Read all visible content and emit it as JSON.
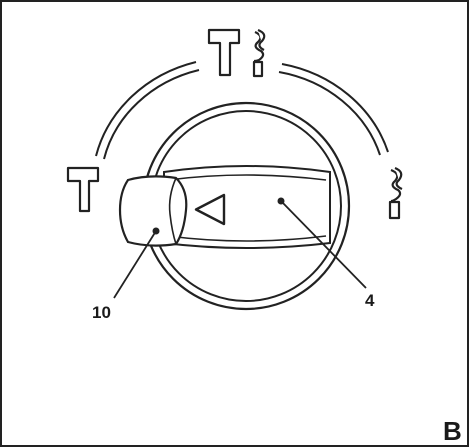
{
  "diagram": {
    "callouts": [
      {
        "id": "selector-lever",
        "label": "10"
      },
      {
        "id": "mode-knob",
        "label": "4"
      }
    ],
    "figure_letter": "B",
    "mode_positions": [
      {
        "name": "hammer",
        "icon": "hammer-icon"
      },
      {
        "name": "hammer-drill",
        "icon": "hammer-drill-icon"
      },
      {
        "name": "drill",
        "icon": "drill-icon"
      }
    ]
  }
}
